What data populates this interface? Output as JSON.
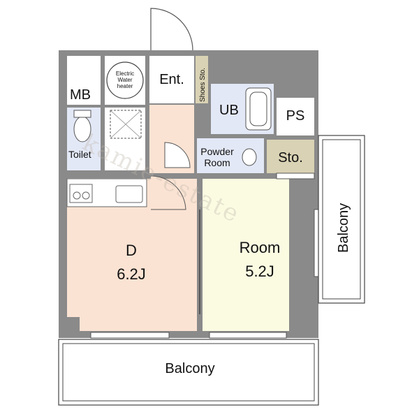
{
  "rooms": {
    "mb": "MB",
    "water_heater": [
      "Electric",
      "Water",
      "heater"
    ],
    "entrance": "Ent.",
    "shoes_storage": "Shoes Sto.",
    "ub": "UB",
    "ps": "PS",
    "toilet": "Toilet",
    "powder_room": [
      "Powder",
      "Room"
    ],
    "storage": "Sto.",
    "dining": {
      "name": "D",
      "size": "6.2J"
    },
    "room": {
      "name": "Room",
      "size": "5.2J"
    },
    "balcony_right": "Balcony",
    "balcony_bottom": "Balcony"
  },
  "watermark": "kamie-estate",
  "colors": {
    "wall": "#8a8a8a",
    "dining_floor": "#fbe3d3",
    "room_floor": "#fbfbe2",
    "wet_area": "#e3e8f6",
    "storage": "#d9d2b4",
    "kitchen": "#ffffff"
  }
}
